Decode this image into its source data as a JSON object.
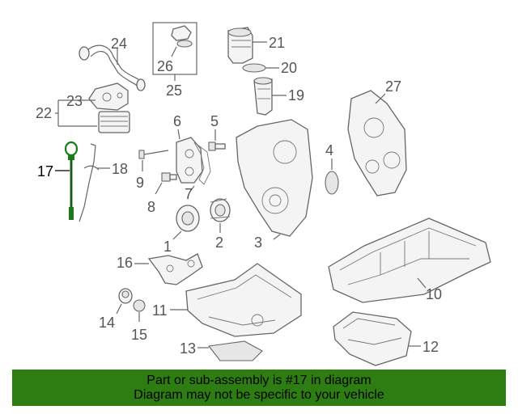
{
  "diagram": {
    "highlighted_part": "17",
    "highlight_color": "#1a7a1a",
    "labels": {
      "p1": "1",
      "p2": "2",
      "p3": "3",
      "p4": "4",
      "p5": "5",
      "p6": "6",
      "p7": "7",
      "p8": "8",
      "p9": "9",
      "p10": "10",
      "p11": "11",
      "p12": "12",
      "p13": "13",
      "p14": "14",
      "p15": "15",
      "p16": "16",
      "p17": "17",
      "p18": "18",
      "p19": "19",
      "p20": "20",
      "p21": "21",
      "p22": "22",
      "p23": "23",
      "p24": "24",
      "p25": "25",
      "p26": "26",
      "p27": "27"
    }
  },
  "banner": {
    "background": "#2e7d12",
    "line1": "Part or sub-assembly is #17 in diagram",
    "line2": "Diagram may not be specific to your vehicle"
  }
}
